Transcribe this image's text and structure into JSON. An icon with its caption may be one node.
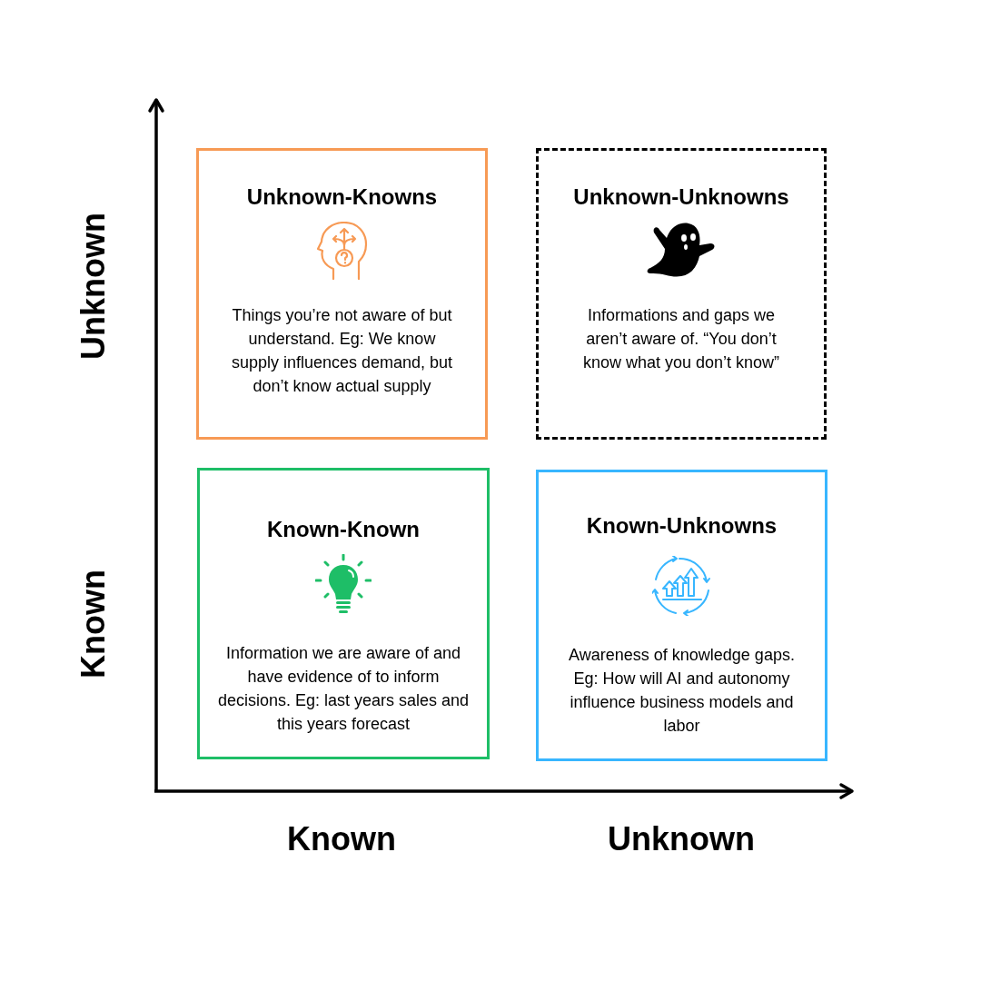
{
  "diagram": {
    "nodes": [
      {
        "text": [
          "Unknown-Knowns",
          "Things you’re not aware of but understand. Eg: We know supply influences demand, but don’t know actual supply"
        ]
      },
      {
        "text": [
          "Unknown-Unknowns",
          "Informations and gaps we aren’t aware of. “You don’t know what you don’t know”"
        ]
      },
      {
        "text": [
          "Known-Known",
          "Information we are aware of and have evidence of to inform decisions. Eg: last years sales and this years forecast"
        ]
      },
      {
        "text": [
          "Known-Unknowns",
          "Awareness of knowledge gaps. Eg: How will AI and autonomy influence business models and labor"
        ]
      }
    ],
    "labels": [
      "Unknown",
      "Known",
      "Known",
      "Unknown"
    ]
  }
}
